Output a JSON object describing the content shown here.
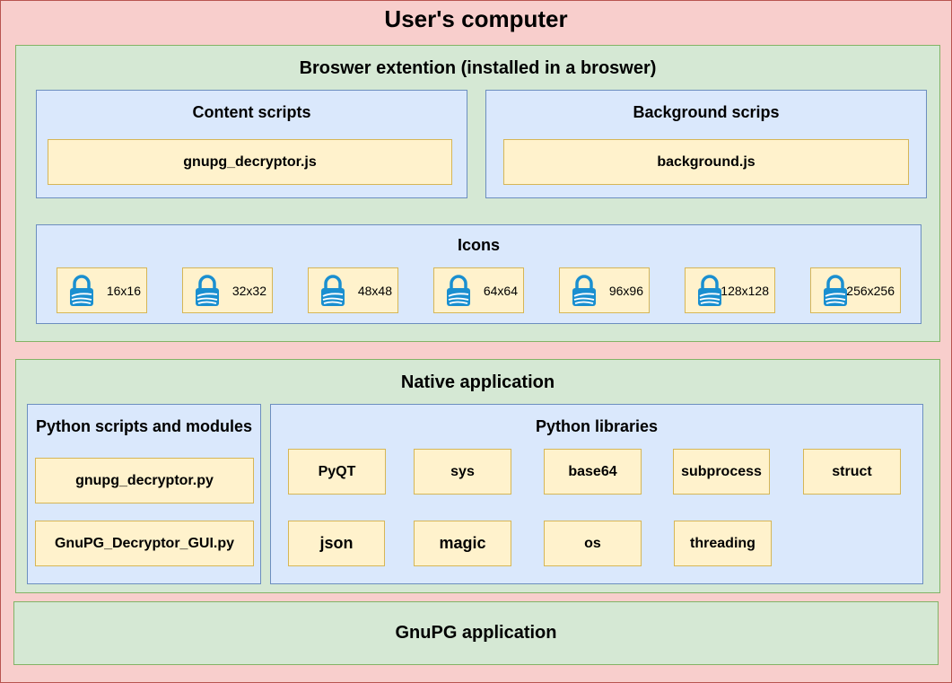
{
  "diagram": {
    "title": "User's computer",
    "browser_extension": {
      "title": "Broswer extention (installed in a broswer)",
      "content_scripts": {
        "title": "Content scripts",
        "file": "gnupg_decryptor.js"
      },
      "background_scripts": {
        "title": "Background scrips",
        "file": "background.js"
      },
      "icons": {
        "title": "Icons",
        "items": [
          {
            "label": "16x16",
            "icon": "padlock-icon"
          },
          {
            "label": "32x32",
            "icon": "padlock-icon"
          },
          {
            "label": "48x48",
            "icon": "padlock-icon"
          },
          {
            "label": "64x64",
            "icon": "padlock-icon"
          },
          {
            "label": "96x96",
            "icon": "padlock-icon"
          },
          {
            "label": "128x128",
            "icon": "padlock-icon"
          },
          {
            "label": "256x256",
            "icon": "padlock-icon"
          }
        ]
      }
    },
    "native_application": {
      "title": "Native application",
      "python_scripts": {
        "title": "Python scripts and modules",
        "files": [
          "gnupg_decryptor.py",
          "GnuPG_Decryptor_GUI.py"
        ]
      },
      "python_libraries": {
        "title": "Python libraries",
        "items": [
          "PyQT",
          "sys",
          "base64",
          "subprocess",
          "struct",
          "json",
          "magic",
          "os",
          "threading"
        ]
      }
    },
    "gnupg_application": {
      "title": "GnuPG application"
    },
    "colors": {
      "container": "#f8cecc",
      "group": "#d5e8d4",
      "subgroup": "#dae8fc",
      "item": "#fff2cc",
      "lock_blue": "#1a8fd0"
    }
  }
}
